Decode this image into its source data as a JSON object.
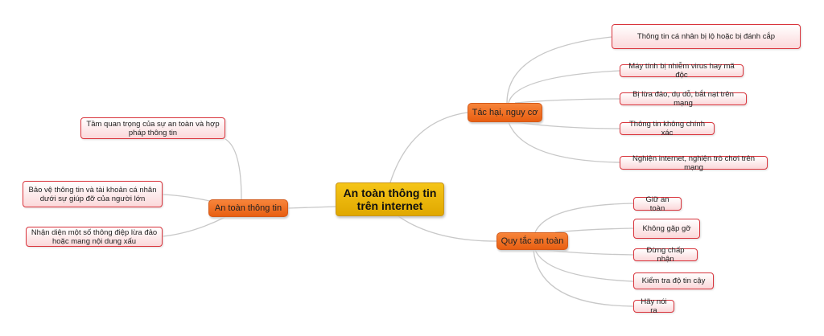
{
  "center": "An toàn thông tin trên internet",
  "branches": [
    {
      "label": "An toàn thông tin",
      "children": [
        "Tầm quan trọng của sự an toàn và hợp pháp thông tin",
        "Bảo vệ thông tin và tài khoản cá nhân dưới sự giúp đỡ của người lớn",
        "Nhận diện một số thông điệp lừa đảo hoặc mang nội dung xấu"
      ]
    },
    {
      "label": "Tác hại, nguy cơ",
      "children": [
        "Thông tin cá nhân bị lộ hoặc bị đánh cắp",
        "Máy tính bị nhiễm virus hay mã độc",
        "Bị lừa đảo, dụ dỗ, bắt nạt trên mạng",
        "Thông tin không chính xác",
        "Nghiện internet, nghiện trò chơi trên mạng"
      ]
    },
    {
      "label": "Quy tắc an toàn",
      "children": [
        "Giữ an toàn",
        "Không gặp gỡ",
        "Đừng chấp nhận",
        "Kiểm tra độ tin cậy",
        "Hãy nói ra"
      ]
    }
  ]
}
